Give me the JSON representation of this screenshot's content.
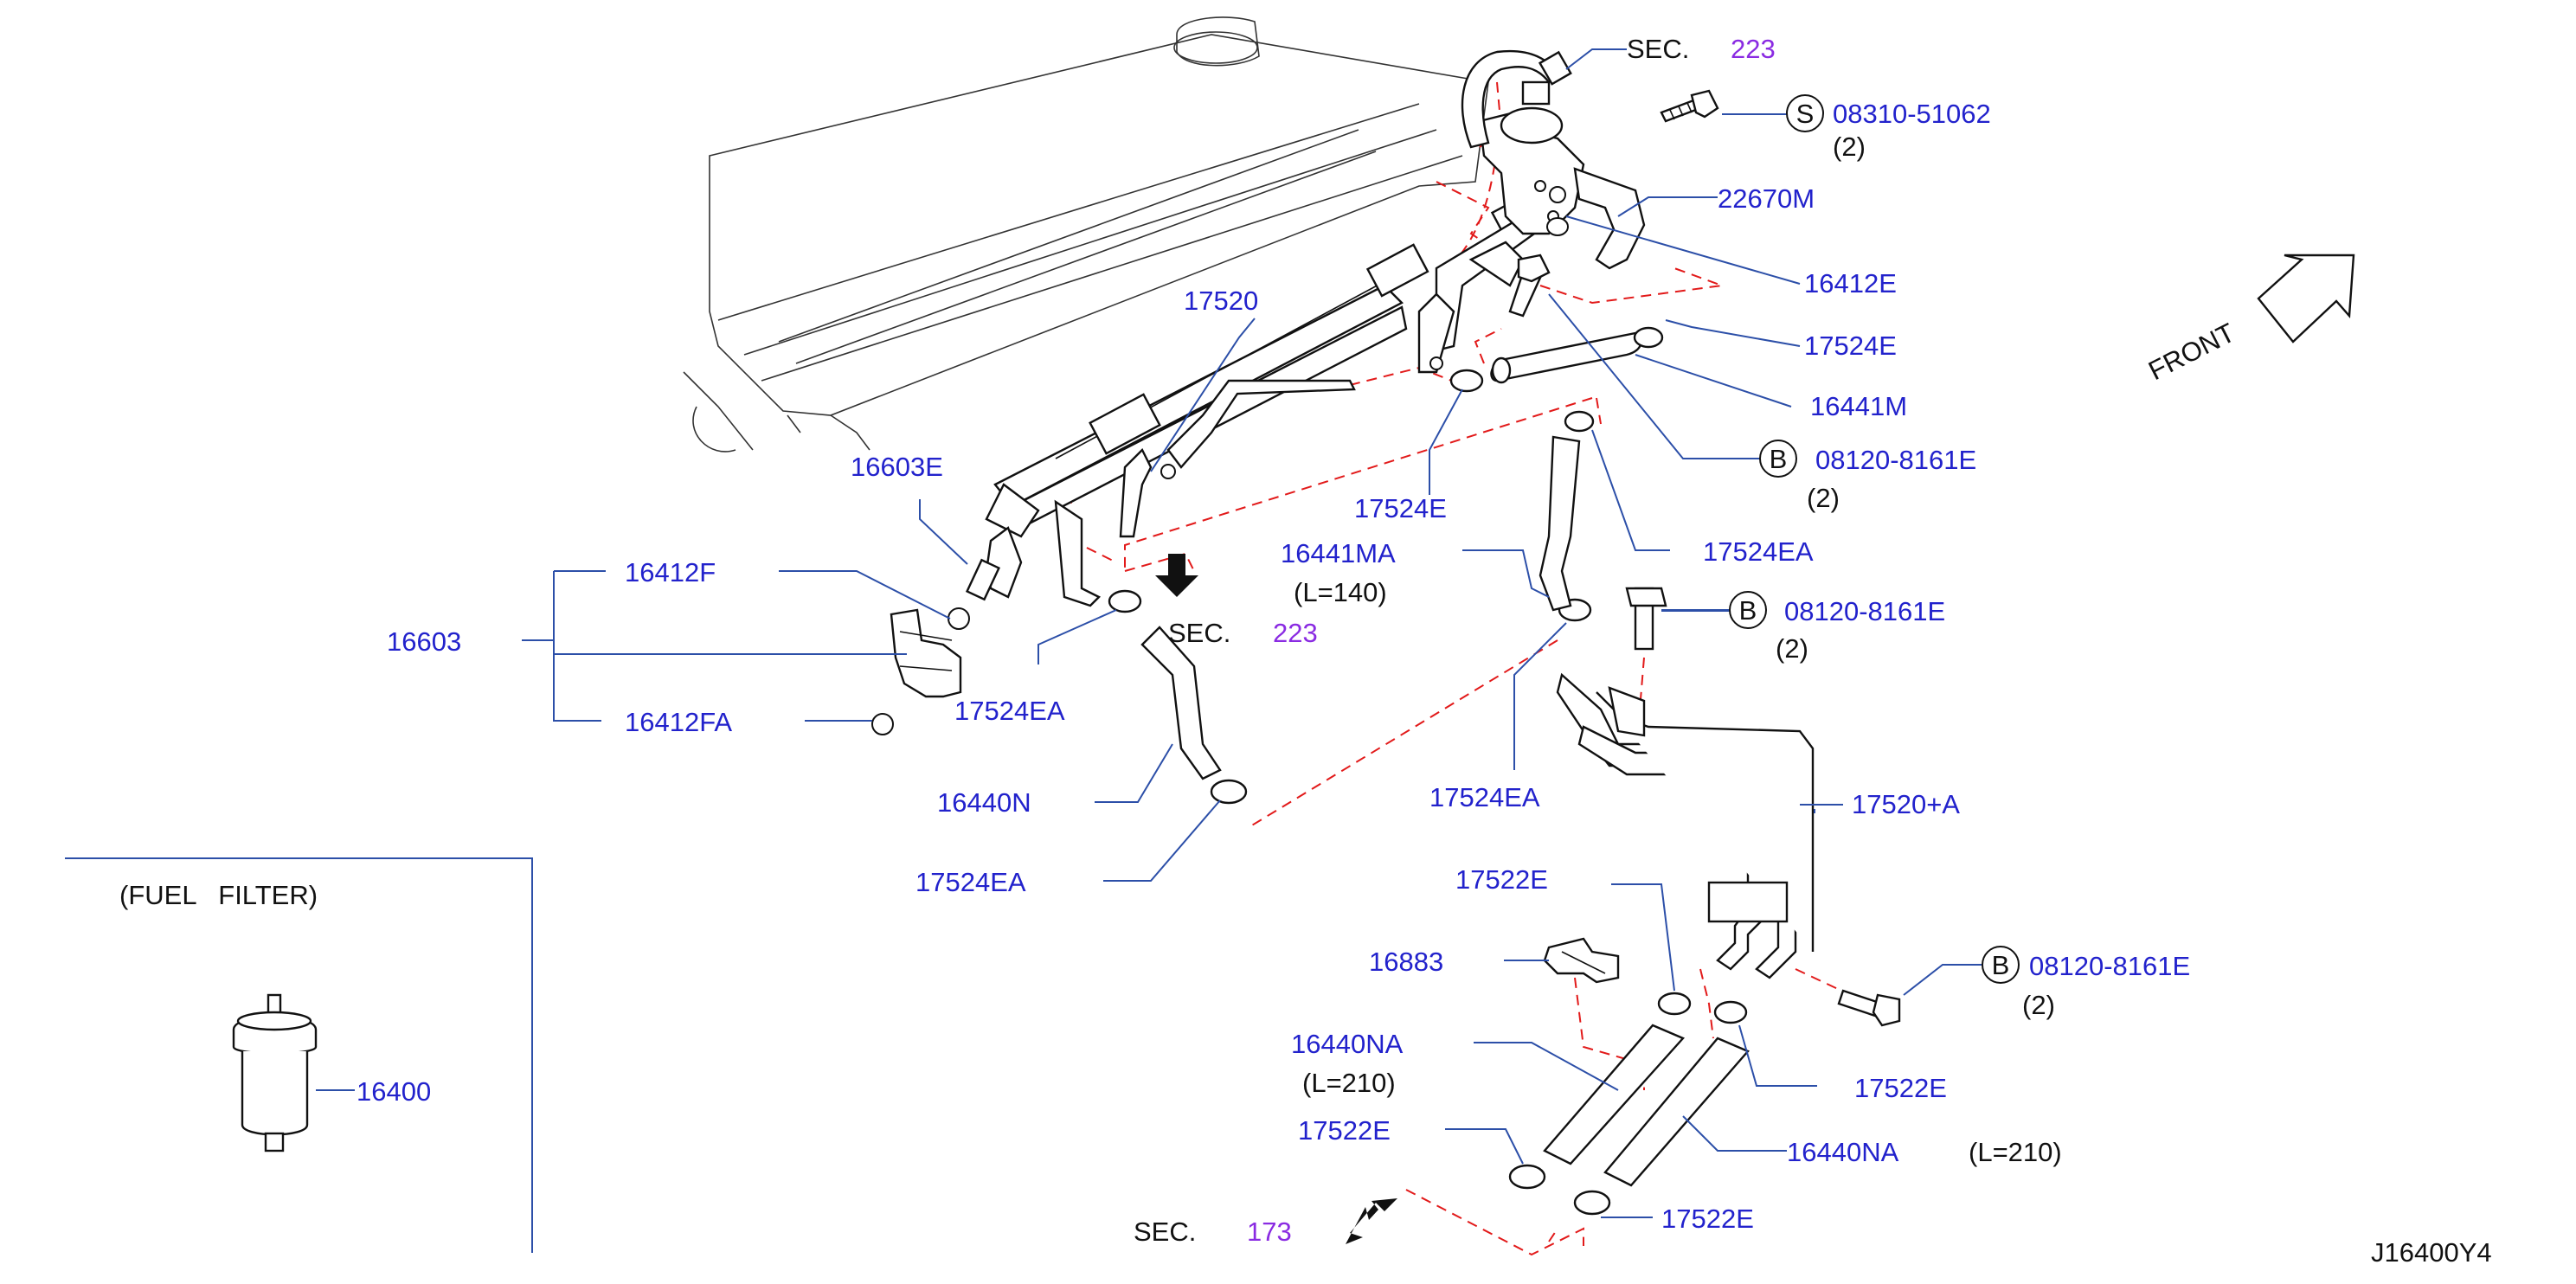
{
  "diagram_id": "J16400Y4",
  "front_label": "FRONT",
  "fuel_filter_title": "(FUEL   FILTER)",
  "sections": {
    "sec223_top": {
      "prefix": "SEC.",
      "num": "223"
    },
    "sec223_mid": {
      "prefix": "SEC.",
      "num": "223"
    },
    "sec173": {
      "prefix": "SEC.",
      "num": "173"
    }
  },
  "bolts": {
    "s_bolt": {
      "symbol": "S",
      "code": "08310-51062",
      "qty": "(2)"
    },
    "b_bolt1": {
      "symbol": "B",
      "code": "08120-8161E",
      "qty": "(2)"
    },
    "b_bolt2": {
      "symbol": "B",
      "code": "08120-8161E",
      "qty": "(2)"
    },
    "b_bolt3": {
      "symbol": "B",
      "code": "08120-8161E",
      "qty": "(2)"
    }
  },
  "parts": {
    "p22670M": "22670M",
    "p16412E": "16412E",
    "p17524E_a": "17524E",
    "p16441M": "16441M",
    "p17524E_b": "17524E",
    "p17524EA_a": "17524EA",
    "p16441MA": "16441MA",
    "p16441MA_len": "(L=140)",
    "p17520": "17520",
    "p16603E": "16603E",
    "p16412F": "16412F",
    "p16603": "16603",
    "p16412FA": "16412FA",
    "p17524EA_b": "17524EA",
    "p16440N": "16440N",
    "p17524EA_c": "17524EA",
    "p17524EA_d": "17524EA",
    "p17520A": "17520+A",
    "p17522E_a": "17522E",
    "p16883": "16883",
    "p16440NA_a": "16440NA",
    "p16440NA_a_len": "(L=210)",
    "p17522E_b": "17522E",
    "p16440NA_b": "16440NA",
    "p16440NA_b_len": "(L=210)",
    "p17522E_c": "17522E",
    "p17522E_d": "17522E",
    "p16400": "16400"
  }
}
